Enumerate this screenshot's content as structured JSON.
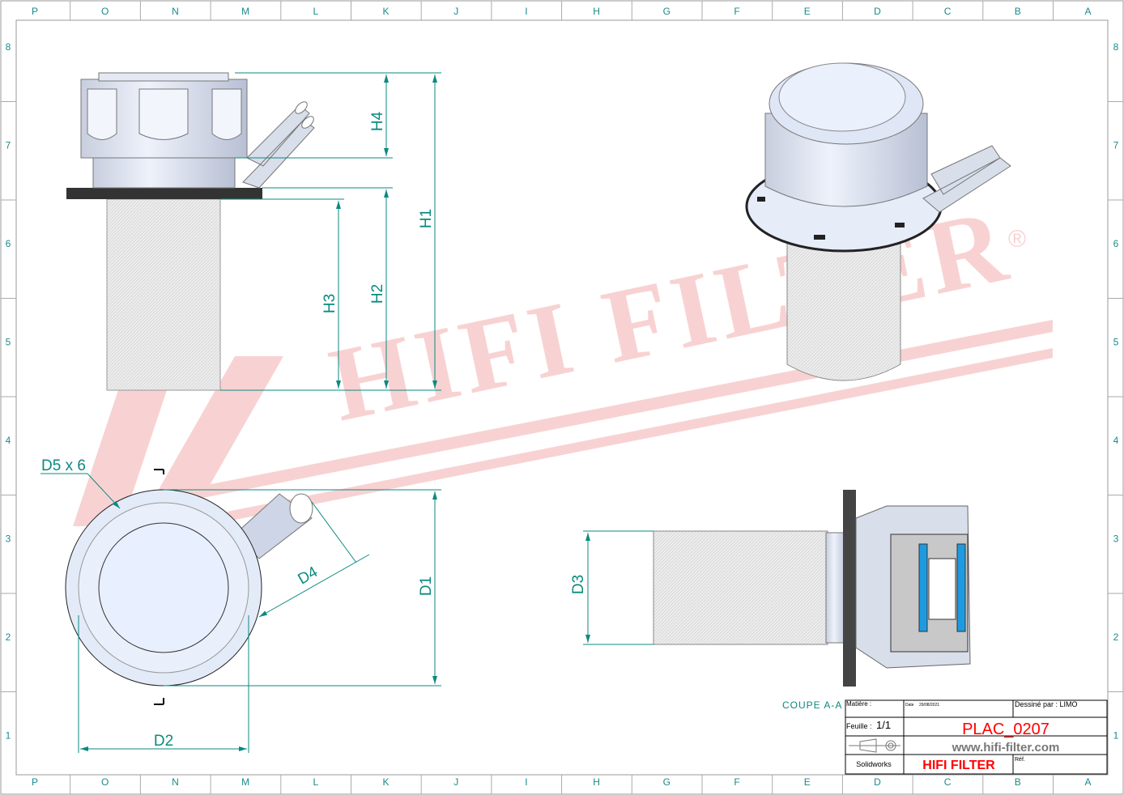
{
  "frame": {
    "columns": [
      "P",
      "O",
      "N",
      "M",
      "L",
      "K",
      "J",
      "I",
      "H",
      "G",
      "F",
      "E",
      "D",
      "C",
      "B",
      "A"
    ],
    "rows": [
      "8",
      "7",
      "6",
      "5",
      "4",
      "3",
      "2",
      "1"
    ]
  },
  "watermark": {
    "text": "HIFI FILTER",
    "registered": "®",
    "color": "#f4b8b8"
  },
  "dimensions": {
    "h1": "H1",
    "h2": "H2",
    "h3": "H3",
    "h4": "H4",
    "d1": "D1",
    "d2": "D2",
    "d3": "D3",
    "d4": "D4",
    "d5": "D5 x 6"
  },
  "section_label": "COUPE A-A",
  "title_block": {
    "material_label": "Matière :",
    "date_label": "Date",
    "date_value": "29/08/2021",
    "drawn_by": "Dessiné par : LIMO",
    "sheet_label": "Feuille :",
    "sheet_value": "1/1",
    "part_number": "PLAC_0207",
    "website": "www.hifi-filter.com",
    "software": "Solidworks",
    "brand": "HIFI FILTER",
    "ref_label": "Réf."
  },
  "colors": {
    "dimension": "#0a8a80",
    "brand_red": "#ff0000",
    "part_fill": "#dde6f8",
    "section_blue": "#1e9be0"
  }
}
